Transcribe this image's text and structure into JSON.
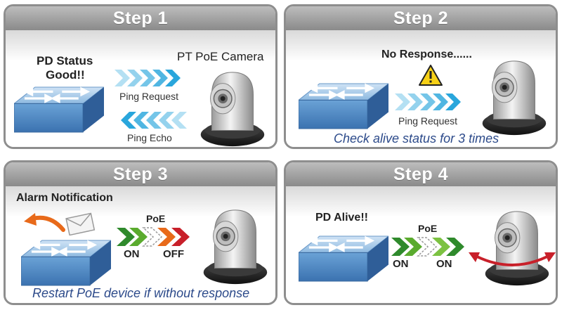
{
  "step1": {
    "title": "Step 1",
    "status_line1": "PD Status",
    "status_line2": "Good!!",
    "camera_label": "PT PoE Camera",
    "ping_request": "Ping Request",
    "ping_echo": "Ping Echo"
  },
  "step2": {
    "title": "Step 2",
    "no_response": "No Response......",
    "ping_request": "Ping Request",
    "note": "Check alive status for 3 times"
  },
  "step3": {
    "title": "Step 3",
    "alarm": "Alarm Notification",
    "poe": "PoE",
    "on": "ON",
    "off": "OFF",
    "note": "Restart PoE device if without response"
  },
  "step4": {
    "title": "Step 4",
    "alive": "PD Alive!!",
    "poe": "PoE",
    "on1": "ON",
    "on2": "ON"
  },
  "colors": {
    "switch_top": "#a9cbe8",
    "switch_front": "#4d87c4",
    "ping_arrow": "#29a6dc",
    "poe_green": "#2f8a2c",
    "poe_orange": "#e86a1a",
    "poe_red": "#c8202a",
    "note_blue": "#2c4a8a"
  }
}
